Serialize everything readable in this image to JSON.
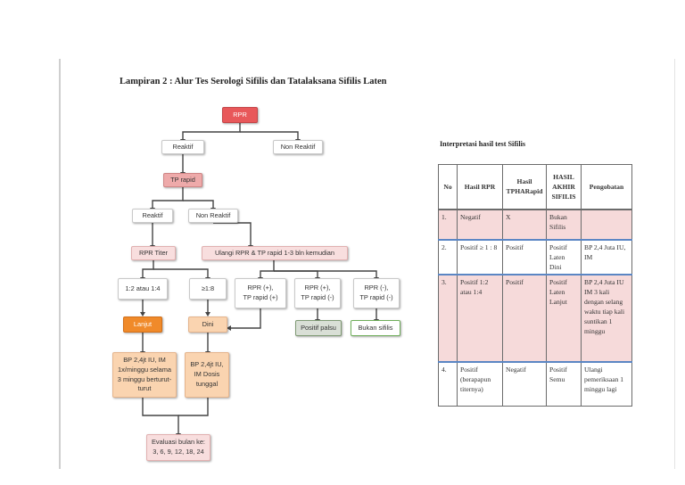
{
  "title": "Lampiran 2 : Alur Tes Serologi Sifilis dan Tatalaksana Sifilis Laten",
  "flow": {
    "rpr": "RPR",
    "reaktif1": "Reaktif",
    "nonreaktif1": "Non Reaktif",
    "tprapid": "TP rapid",
    "reaktif2": "Reaktif",
    "nonreaktif2": "Non Reaktif",
    "rprtiter": "RPR Titer",
    "ulangi": "Ulangi RPR & TP rapid 1-3 bln kemudian",
    "t1": "1:2 atau 1:4",
    "t2": "≥1:8",
    "r1": "RPR (+),\nTP rapid (+)",
    "r2": "RPR (+),\nTP rapid (-)",
    "r3": "RPR (-),\nTP rapid (-)",
    "lanjut": "Lanjut",
    "dini": "Dini",
    "palsu": "Positif palsu",
    "bukan": "Bukan sifilis",
    "bp1": "BP 2,4jt IU, IM\n1x/minggu selama\n3 minggu berturut-\nturut",
    "bp2": "BP 2,4jt IU,\nIM Dosis\ntunggal",
    "evaluasi": "Evaluasi bulan ke:\n3, 6, 9, 12, 18, 24"
  },
  "table_caption": "Interpretasi hasil test Sifilis",
  "table": {
    "headers": [
      "No",
      "Hasil RPR",
      "Hasil TPHARapid",
      "HASIL AKHIR SIFILIS",
      "Pengobatan"
    ],
    "rows": [
      [
        "1.",
        "Negatif",
        "X",
        "Bukan Sifilis",
        ""
      ],
      [
        "2.",
        "Positif ≥ 1 : 8",
        "Positif",
        "Positif Laten Dini",
        "BP 2,4 Juta IU, IM"
      ],
      [
        "3.",
        "Positif 1:2 atau 1:4",
        "Positif",
        "Positif Laten Lanjut",
        "BP 2,4 Juta IU IM 3 kali dengan selang waktu tiap kali suntikan 1 minggu"
      ],
      [
        "4.",
        "Positif (berapapun titernya)",
        "Negatif",
        "Positif Semu",
        "Ulangi pemeriksaan 1 minggu lagi"
      ]
    ]
  }
}
